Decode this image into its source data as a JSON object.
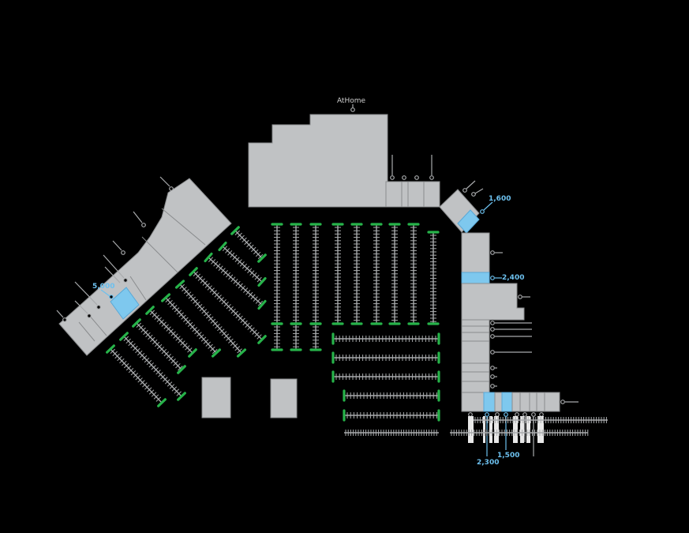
{
  "anchor": {
    "name": "AtHome"
  },
  "available_spaces": [
    {
      "id": "west",
      "sqft": "5,000"
    },
    {
      "id": "northeast",
      "sqft": "1,600"
    },
    {
      "id": "east",
      "sqft": "2,400"
    },
    {
      "id": "south-a",
      "sqft": "2,300"
    },
    {
      "id": "south-b",
      "sqft": "1,500"
    }
  ],
  "colors": {
    "background": "#000000",
    "building": "#c0c2c4",
    "available": "#7ec8ee",
    "curb": "#27b34a",
    "label": "#d0d0d0",
    "available_label": "#6cc0ee"
  }
}
